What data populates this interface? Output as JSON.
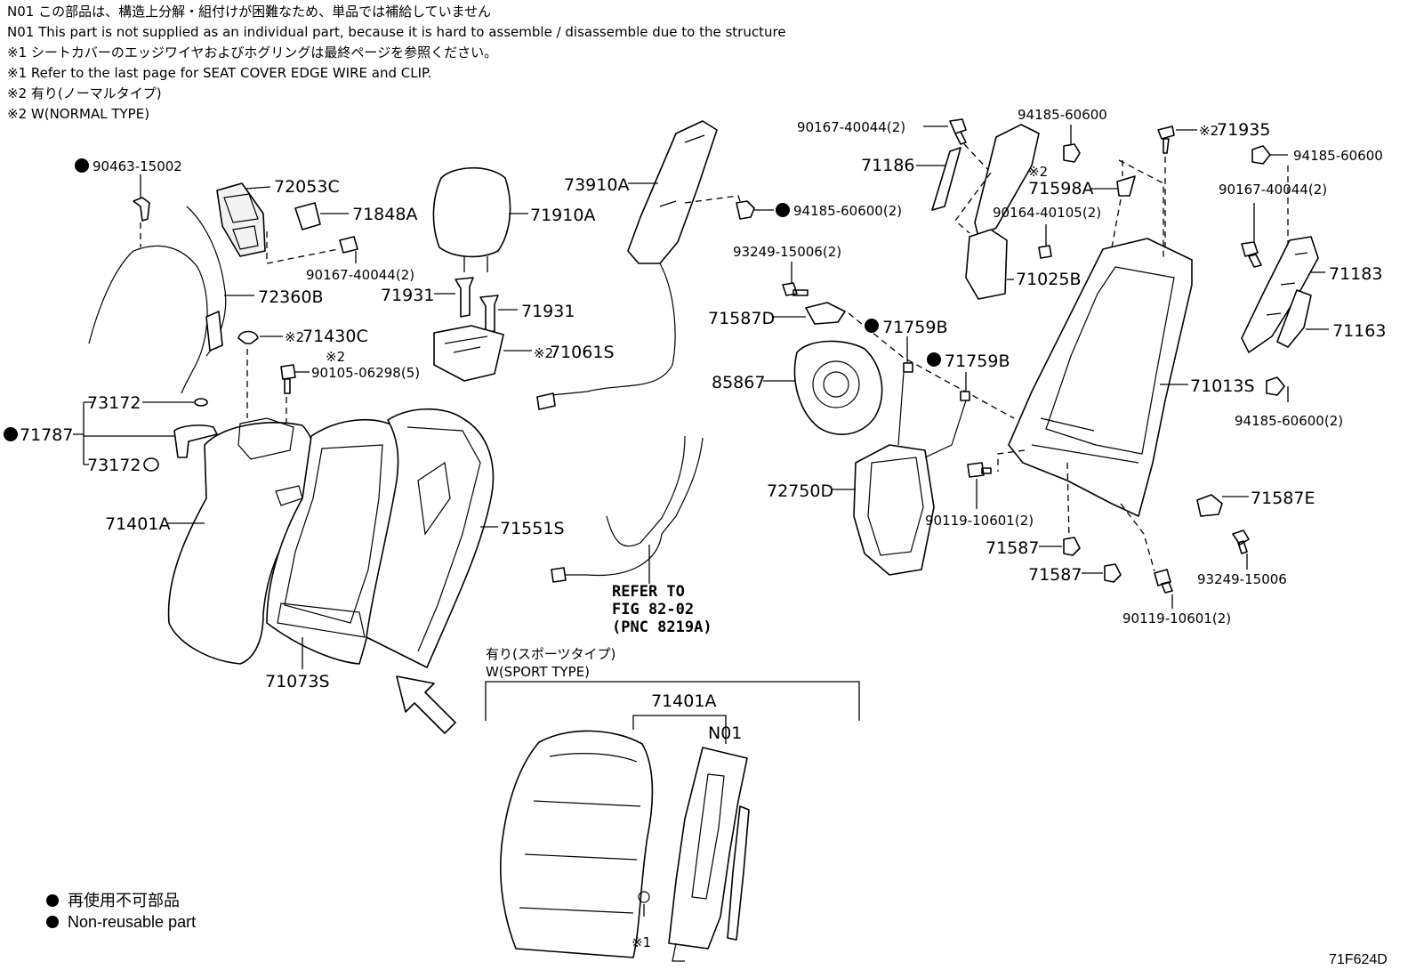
{
  "notes": [
    "N01 この部品は、構造上分解・組付けが困難なため、単品では補給していません",
    "N01 This part is not supplied as an individual part, because it is hard to assemble / disassemble due to the structure",
    "※1 シートカバーのエッジワイヤおよびホグリングは最終ページを参照ください。",
    "※1 Refer to the last page for SEAT COVER EDGE WIRE and CLIP.",
    "※2 有り(ノーマルタイプ)",
    "※2 W(NORMAL TYPE)"
  ],
  "parts": {
    "p9046315002": "90463-15002",
    "p72053C": "72053C",
    "p71848A": "71848A",
    "p9016740044_a": "90167-40044(2)",
    "p72360B": "72360B",
    "p71430C": "71430C",
    "p71430C_mark": "※2",
    "p9010506298": "90105-06298(5)",
    "p9010506298_mark": "※2",
    "p73172_a": "73172",
    "p71787": "71787",
    "p73172_b": "73172",
    "p71401A": "71401A",
    "p71073S": "71073S",
    "p71551S": "71551S",
    "p71910A": "71910A",
    "p71931_a": "71931",
    "p71931_b": "71931",
    "p71061S": "71061S",
    "p71061S_mark": "※2",
    "p73910A": "73910A",
    "p9418560600_a": "94185-60600(2)",
    "p9324915006_a": "93249-15006(2)",
    "p71587D": "71587D",
    "p71759B_a": "71759B",
    "p71759B_b": "71759B",
    "p85867": "85867",
    "p72750D": "72750D",
    "p9016740044_b": "90167-40044(2)",
    "p71186": "71186",
    "p9418560600_b": "94185-60600",
    "p71598A": "71598A",
    "p71598A_mark": "※2",
    "p9016440105": "90164-40105(2)",
    "p71025B": "71025B",
    "p71935": "71935",
    "p71935_mark": "※2",
    "p9418560600_c": "94185-60600",
    "p9016740044_c": "90167-40044(2)",
    "p71183": "71183",
    "p71163": "71163",
    "p71013S": "71013S",
    "p9418560600_d": "94185-60600(2)",
    "p9011910601_a": "90119-10601(2)",
    "p71587_a": "71587",
    "p71587_b": "71587",
    "p71587E": "71587E",
    "p9324915006_b": "93249-15006",
    "p9011910601_b": "90119-10601(2)",
    "ref_line1": "REFER TO",
    "ref_line2": "FIG 82-02",
    "ref_line3": "(PNC 8219A)",
    "sport_line1": "有り(スポーツタイプ)",
    "sport_line2": "W(SPORT TYPE)",
    "p71401A_sport": "71401A",
    "pN01": "N01",
    "mark1": "※1"
  },
  "legend": [
    "再使用不可部品",
    "Non-reusable part"
  ],
  "figure_id": "71F624D"
}
